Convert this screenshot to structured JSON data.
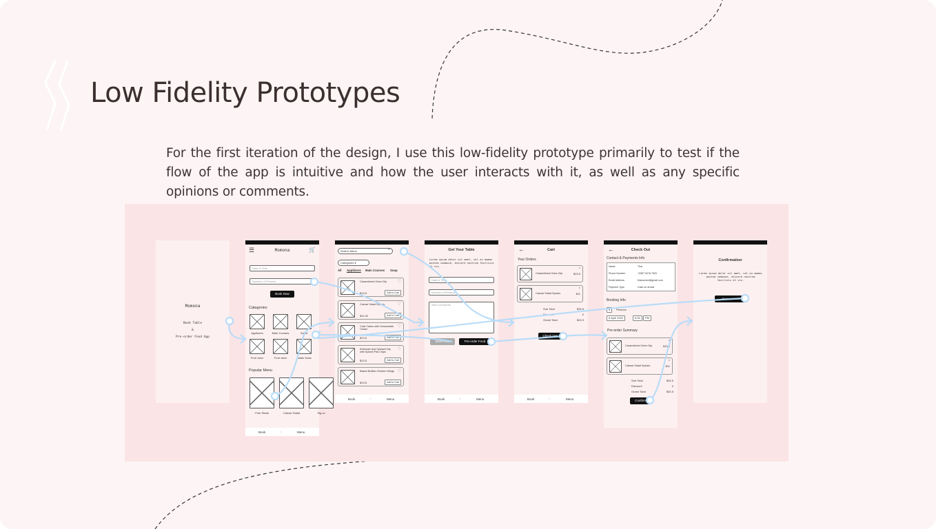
{
  "title": "Low Fidelity Prototypes",
  "description": "For the first iteration of the design, I use this low-fidelity prototype primarily to test if the flow of the app is intuitive and how the user interacts with it, as well as any specific opinions or comments.",
  "colors": {
    "background": "#fdf5f5",
    "panel": "#fbe4e5",
    "flow_line": "#b8dcf8",
    "text": "#3b2f2f"
  },
  "splash": {
    "app_name": "Momona",
    "line1": "Book Table",
    "line2": "&",
    "line3": "Pre-order Food App"
  },
  "home": {
    "app_name": "Momona",
    "date_placeholder": "Date & Time",
    "persons_placeholder": "Number of Persons",
    "book_now": "Book Now",
    "categories_title": "Catagories",
    "categories": [
      "Appitizers",
      "Main Courses",
      "Salad",
      "Fruit Juice",
      "Fruit Juice",
      "Italian Soda"
    ],
    "popular_title": "Popular Menu",
    "popular": [
      "Pork Steak",
      "Caesar Salad",
      "Sig co"
    ],
    "nav": [
      "Book",
      "Menu"
    ],
    "icons": [
      "hamburger-menu-icon",
      "cart-icon",
      "home-icon"
    ]
  },
  "menu": {
    "search_placeholder": "Search Menu",
    "categories_select": "Categories",
    "tabs": [
      "All",
      "Appitizers",
      "Main Courses",
      "Soup"
    ],
    "items": [
      {
        "name": "Caramelized Onion Dip",
        "price": "$13.5"
      },
      {
        "name": "Caesar Salad Spears",
        "price": "$11.00"
      },
      {
        "name": "Crab Cakes with Horseradish Cream",
        "price": "$13.5"
      },
      {
        "name": "Artichoke and Spinach Dip with Spiced Pita Chips",
        "price": "$13.5"
      },
      {
        "name": "Baked Buffalo Chicken Wings",
        "price": "$13.5"
      }
    ],
    "add_to_cart": "Add to Cart",
    "nav": [
      "Book",
      "Menu"
    ]
  },
  "table": {
    "title": "Get Your Table",
    "lorem": "Lorem ipsum dolor sit amet, vel eu ammas postea commune, discere nostrum facilisis et vix.",
    "date_placeholder": "Date & Time",
    "persons_placeholder": "Number of Persons",
    "comments_placeholder": "Add Comments",
    "book_now": "Book Now",
    "preorder": "Pre-order Food",
    "nav": [
      "Book",
      "Menu"
    ]
  },
  "cart": {
    "title": "Cart",
    "orders_title": "Your Orders",
    "items": [
      {
        "name": "Caramelized Onion Dip",
        "price": "$13.5"
      },
      {
        "name": "Caesar Salad Spears",
        "price": "$11"
      }
    ],
    "sub_total_label": "Sub Total",
    "sub_total": "$24.5",
    "discount_label": "Discount",
    "discount": "0",
    "grand_total_label": "Grand Total",
    "grand_total": "$24.5",
    "checkout": "Check Out",
    "nav": [
      "Book",
      "Menu"
    ]
  },
  "checkout": {
    "title": "Check Out",
    "contact_title": "Contact & Payments Info",
    "fields": [
      {
        "label": "Name",
        "value": "Thai"
      },
      {
        "label": "Phone Number",
        "value": "+0987 5278 7520"
      },
      {
        "label": "Email Address",
        "value": "thaicarnee@gmail.com"
      },
      {
        "label": "Payment Type",
        "value": "Cash on arrival"
      }
    ],
    "booking_title": "Booking Info",
    "persons_count": "5",
    "persons_label": "Persons",
    "date": "6 April 2022",
    "time": "6:30",
    "ampm": "PM",
    "preorder_title": "Pre-order Summary",
    "items": [
      {
        "name": "Caramelized Onion Dip",
        "price": "$13.5"
      },
      {
        "name": "Caesar Salad Spears",
        "price": "$11"
      }
    ],
    "sub_total_label": "Sub Total",
    "sub_total": "$24.5",
    "discount_label": "Discount",
    "discount": "0",
    "grand_total_label": "Grand Total",
    "grand_total": "$24.5",
    "confirm": "Confirm"
  },
  "confirmation": {
    "title": "Confirmation",
    "lorem": "Lorem ipsum dolor sit amet, vel eu ammas postea commune, discere nostrum facilisis et vix.",
    "button": "Back to Home"
  }
}
